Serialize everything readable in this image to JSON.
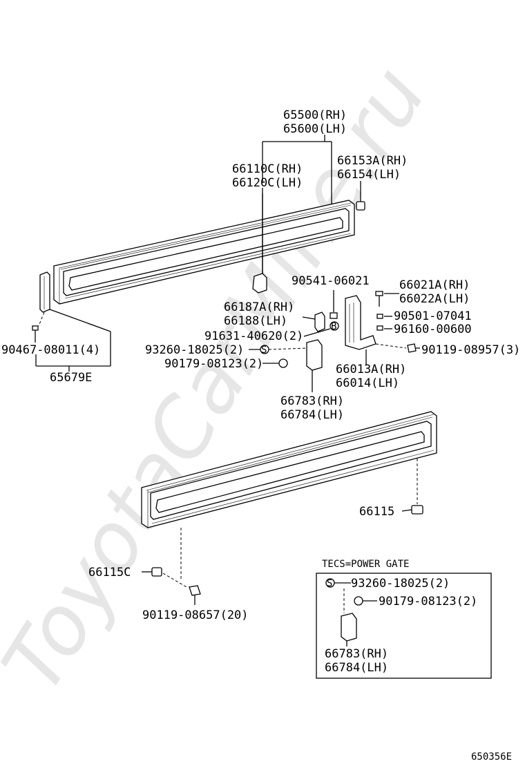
{
  "watermark": "ToyotaCarMine.ru",
  "diagram_id": "650356E",
  "labels": {
    "p65500": "65500(RH)",
    "p65600": "65600(LH)",
    "p66110c": "66110C(RH)",
    "p66120c": "66120C(LH)",
    "p66153a": "66153A(RH)",
    "p66154": "66154(LH)",
    "p90541": "90541-06021",
    "p66021a": "66021A(RH)",
    "p66022a": "66022A(LH)",
    "p66187a": "66187A(RH)",
    "p66188": "66188(LH)",
    "p90501": "90501-07041",
    "p91631": "91631-40620(2)",
    "p96160": "96160-00600",
    "p93260": "93260-18025(2)",
    "p90119a": "90119-08957(3)",
    "p90179": "90179-08123(2)",
    "p66013a": "66013A(RH)",
    "p66014": "66014(LH)",
    "p90467": "90467-08011(4)",
    "p65679e": "65679E",
    "p66783": "66783(RH)",
    "p66784": "66784(LH)",
    "p66115": "66115",
    "p66115c": "66115C",
    "p90119b": "90119-08657(20)",
    "inset_title": "TECS=POWER GATE",
    "inset_93260": "93260-18025(2)",
    "inset_90179": "90179-08123(2)",
    "inset_66783": "66783(RH)",
    "inset_66784": "66784(LH)",
    "s_mark": "S",
    "b_mark": "B"
  }
}
